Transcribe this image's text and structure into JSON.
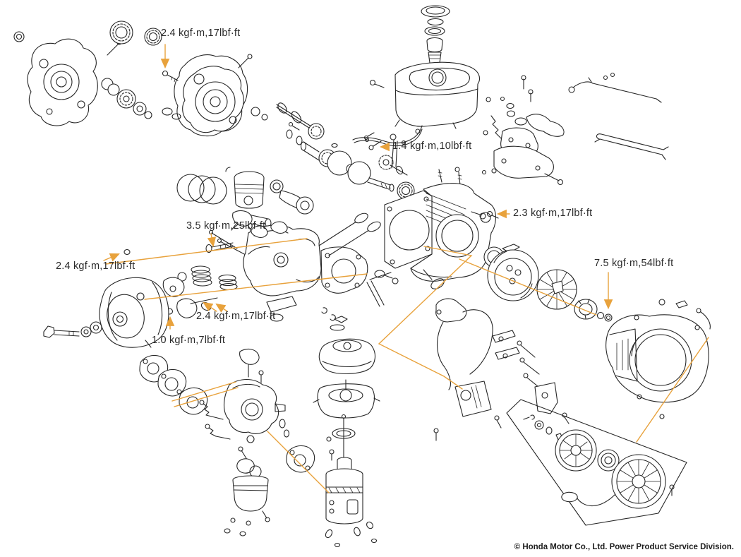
{
  "diagram": {
    "accent_color": "#E8A23C",
    "ink_color": "#262626",
    "background_color": "#ffffff",
    "torque_labels": [
      {
        "text": "2.4 kgf·m,17lbf·ft"
      },
      {
        "text": "1.4 kgf·m,10lbf·ft"
      },
      {
        "text": "2.3 kgf·m,17lbf·ft"
      },
      {
        "text": "3.5 kgf·m,25lbf·ft"
      },
      {
        "text": "2.4 kgf·m,17lbf·ft"
      },
      {
        "text": "7.5 kgf·m,54lbf·ft"
      },
      {
        "text": "2.4 kgf·m,17lbf·ft"
      },
      {
        "text": "1.0 kgf·m,7lbf·ft"
      }
    ],
    "copyright": "© Honda Motor Co., Ltd. Power Product Service Division."
  }
}
